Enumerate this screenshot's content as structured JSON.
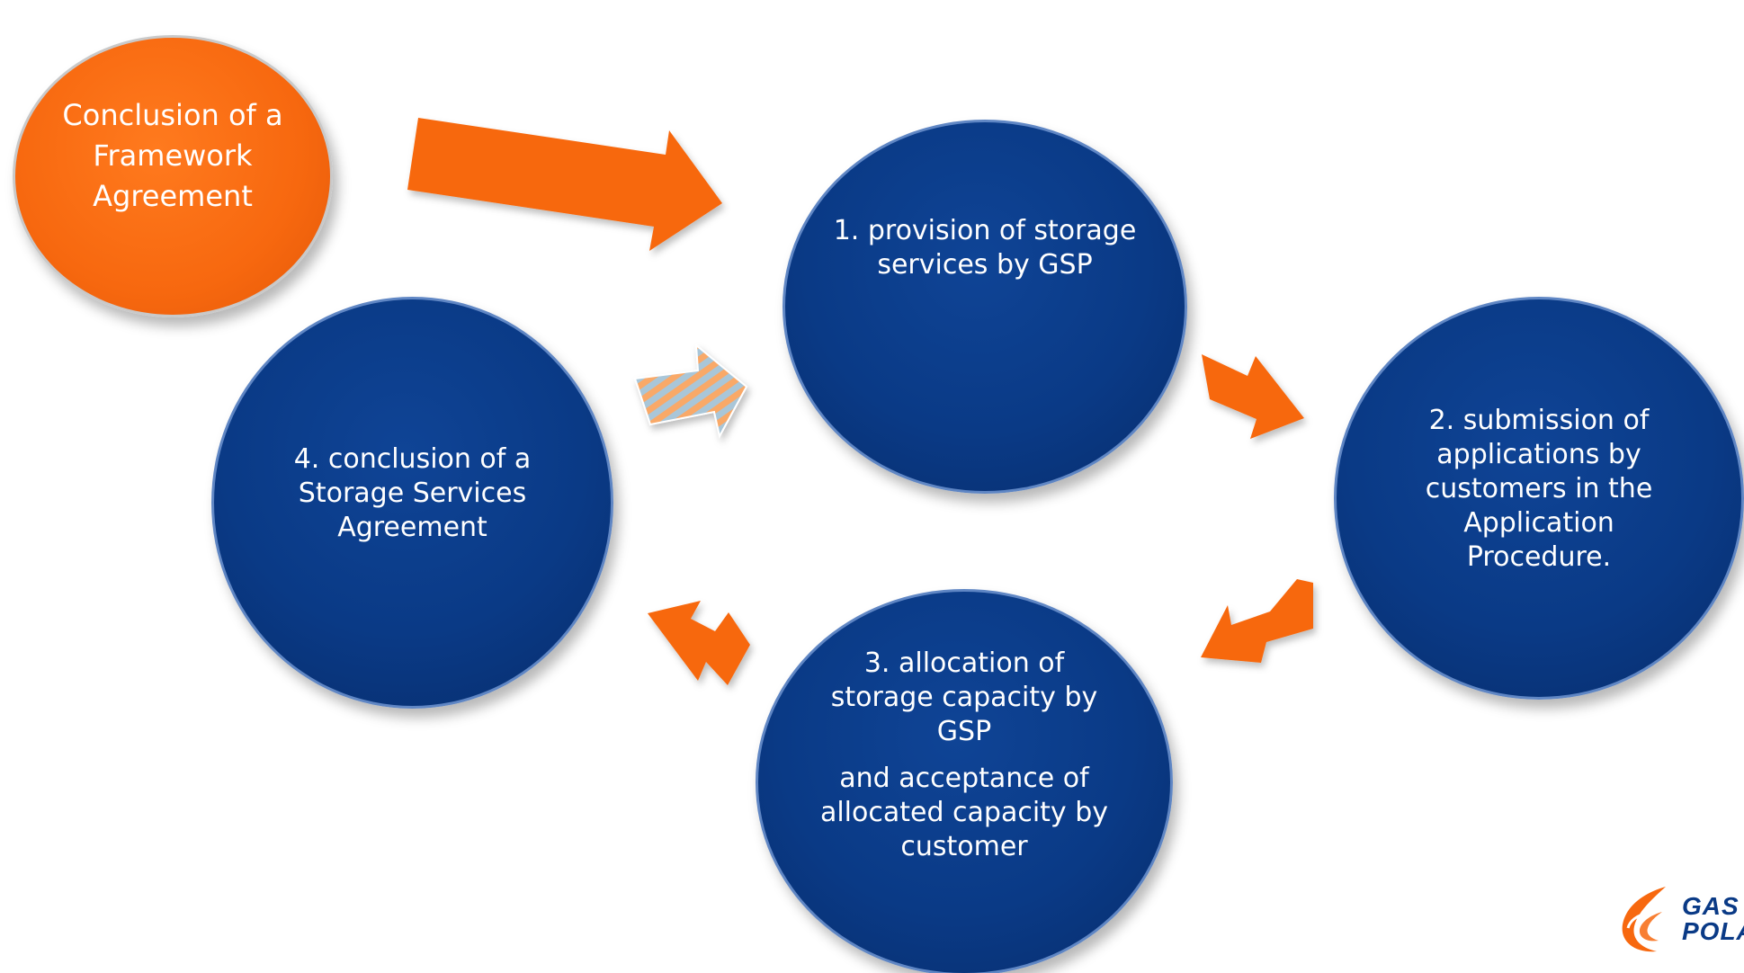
{
  "colors": {
    "circle_blue": "#0a3a86",
    "circle_orange": "#f7680f",
    "arrow_orange": "#f7680f",
    "striped_arrow_stripe_a": "#f9a968",
    "striped_arrow_stripe_b": "#a9c6d8"
  },
  "start_node": {
    "label": "Conclusion of a Framework Agreement"
  },
  "steps": [
    {
      "label": "1. provision of storage services by GSP"
    },
    {
      "label": "2. submission of applications by customers in the Application Procedure."
    },
    {
      "label": "3. allocation of storage capacity by GSP",
      "sub_label": "and acceptance of allocated capacity by customer"
    },
    {
      "label": "4. conclusion of a Storage Services Agreement"
    }
  ],
  "arrows": [
    {
      "from": "start",
      "to": "step-1",
      "style": "solid-orange",
      "icon": "right-arrow-icon"
    },
    {
      "from": "step-1",
      "to": "step-2",
      "style": "solid-orange",
      "icon": "right-arrow-icon"
    },
    {
      "from": "step-2",
      "to": "step-3",
      "style": "solid-orange",
      "icon": "left-arrow-icon"
    },
    {
      "from": "step-3",
      "to": "step-4",
      "style": "solid-orange",
      "icon": "left-arrow-icon"
    },
    {
      "from": "step-4",
      "to": "step-1",
      "style": "striped",
      "icon": "striped-arrow-icon"
    }
  ],
  "logo": {
    "line1": "GAS",
    "line2": "POLA",
    "icon": "flame-logo-icon"
  }
}
